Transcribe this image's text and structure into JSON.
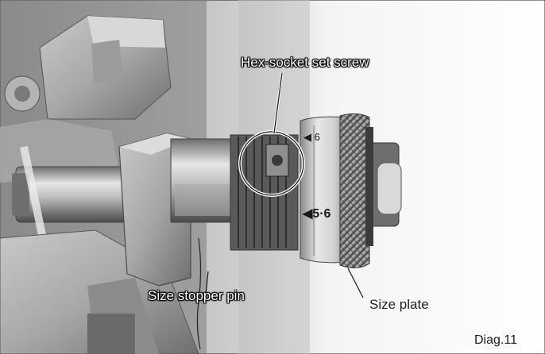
{
  "labels": {
    "hex_screw": "Hex-socket set screw",
    "stopper_pin": "Size stopper pin",
    "size_plate": "Size plate",
    "diag": "Diag.11"
  },
  "dial": {
    "mark_upper": "◀ 6",
    "mark_lower": "◀5·6"
  },
  "colors": {
    "background": "#ffffff",
    "label_text": "#1a1a1a"
  }
}
